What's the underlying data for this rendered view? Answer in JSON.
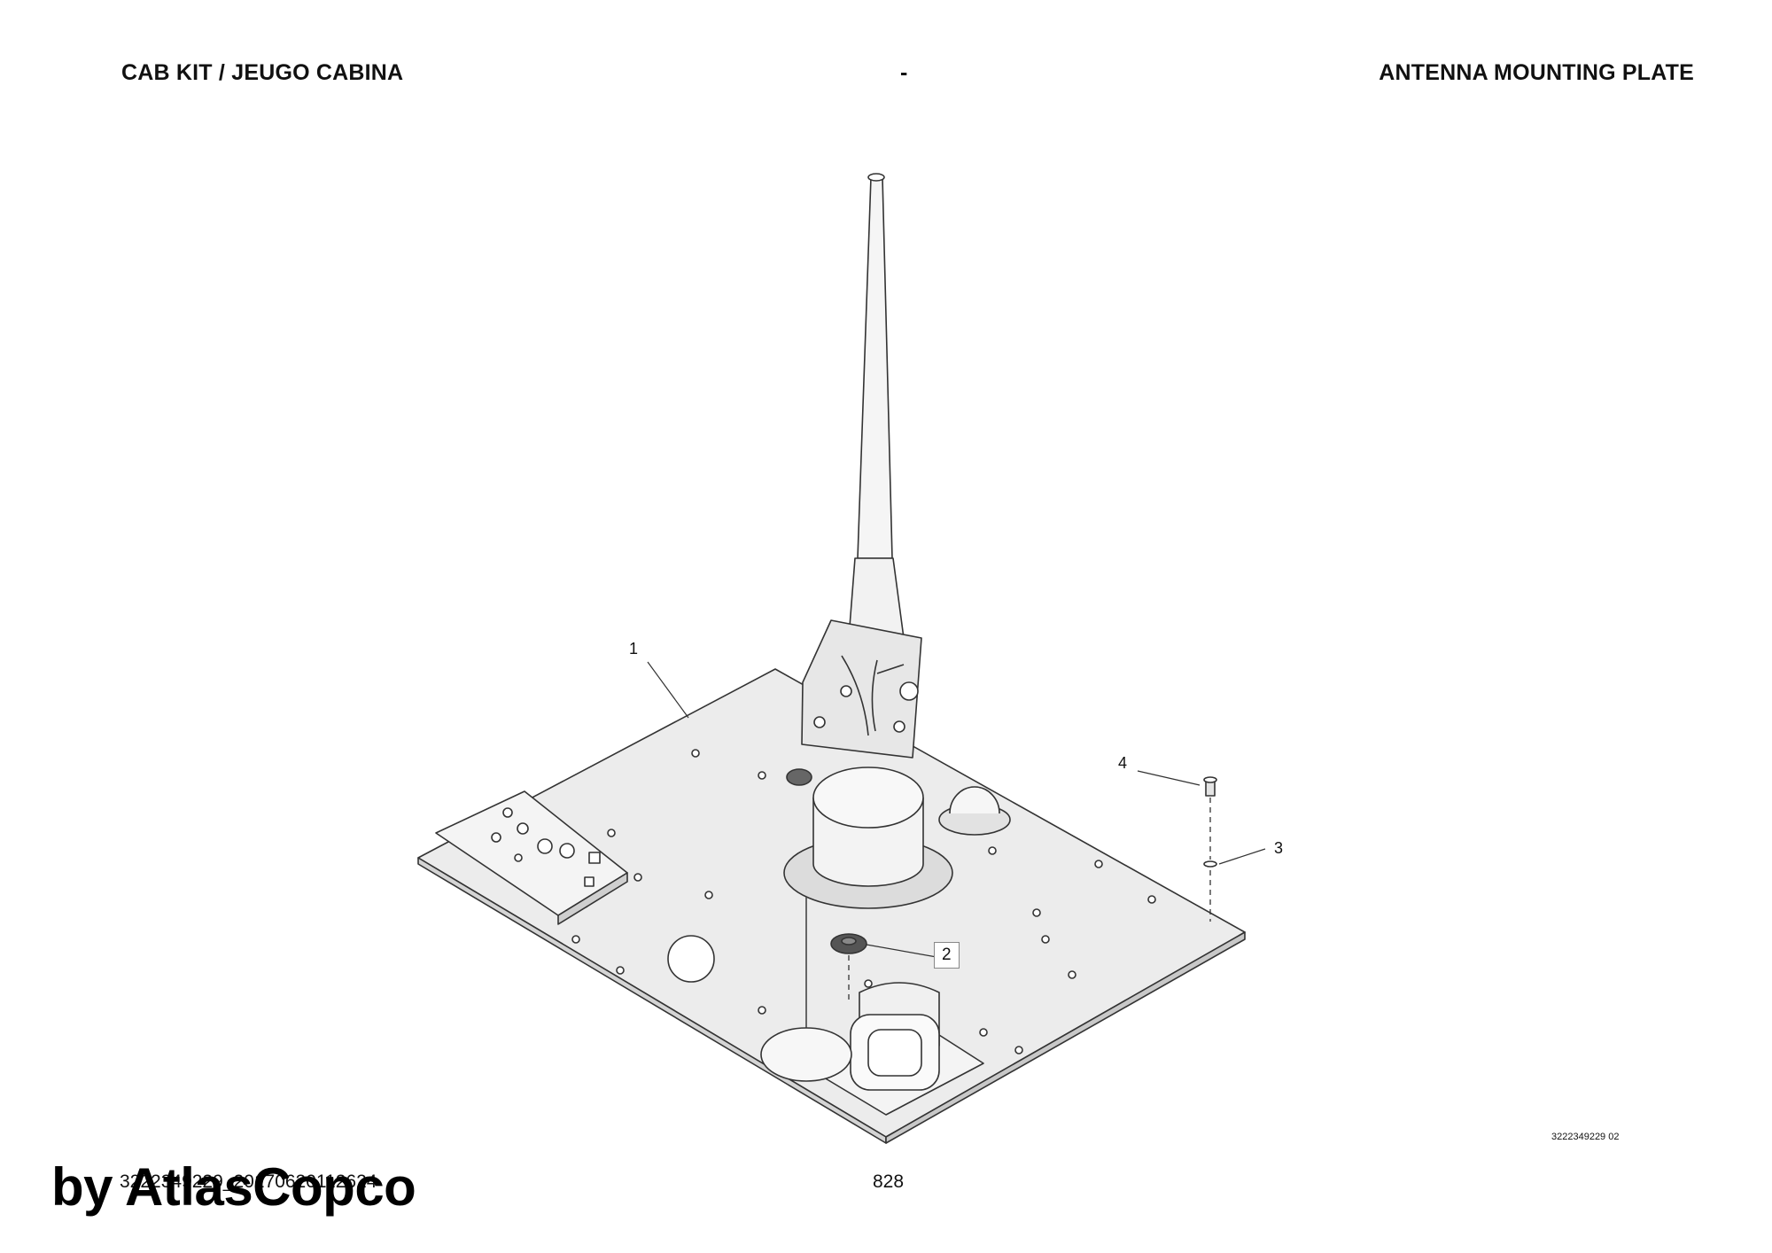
{
  "header": {
    "left": "CAB KIT / JEUGO CABINA",
    "center": "-",
    "right": "ANTENNA MOUNTING PLATE"
  },
  "callouts": {
    "c1": "1",
    "c2": "2",
    "c3": "3",
    "c4": "4"
  },
  "drawing_number": "3222349229 02",
  "footer": {
    "doc_id": "3222349229_20170620112624",
    "page_number": "828"
  },
  "watermark": "by AtlasCopco",
  "colors": {
    "plate_fill": "#ececec",
    "line": "#333333",
    "part_dark": "#555555"
  }
}
